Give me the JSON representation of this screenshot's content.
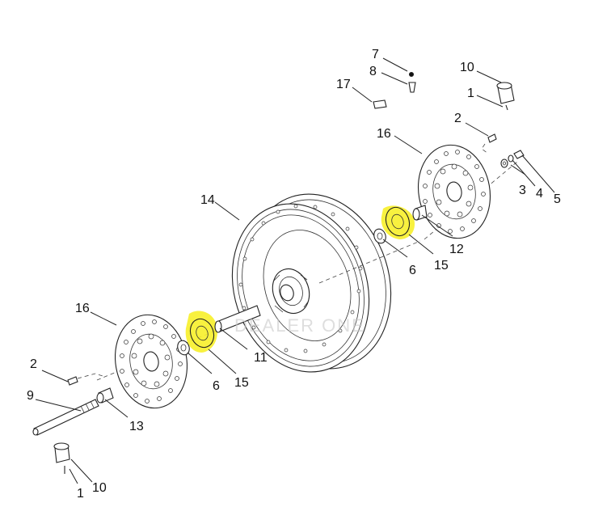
{
  "diagram": {
    "callouts": {
      "c7": "7",
      "c8": "8",
      "c10_top": "10",
      "c1_top": "1",
      "c17": "17",
      "c2_right": "2",
      "c16_right": "16",
      "c3": "3",
      "c4": "4",
      "c5": "5",
      "c14": "14",
      "c12": "12",
      "c6_right": "6",
      "c15_right": "15",
      "c16_left": "16",
      "c2_left": "2",
      "c9": "9",
      "c11": "11",
      "c6_left": "6",
      "c15_left": "15",
      "c13": "13",
      "c1_bottom": "1",
      "c10_bottom": "10"
    },
    "highlight_color": "#f7ef2a",
    "watermark": "DEALER ONE"
  }
}
